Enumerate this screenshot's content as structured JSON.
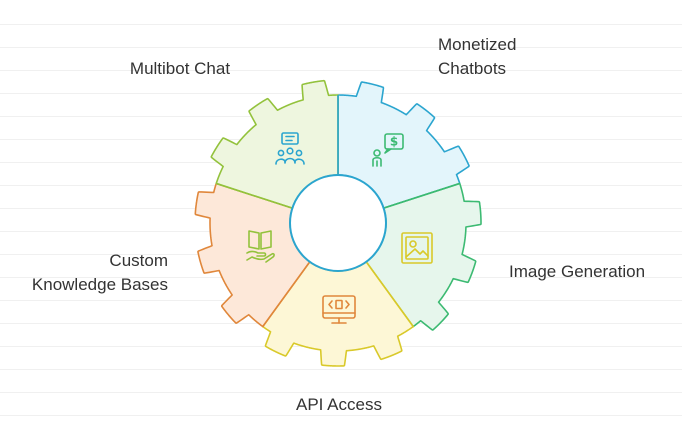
{
  "segments": [
    {
      "label": "Multibot Chat",
      "icon": "group-chat-icon",
      "fill": "#e3f5fb",
      "stroke": "#2ba5cf"
    },
    {
      "label": "Monetized\nChatbots",
      "icon": "monetized-chatbot-icon",
      "fill": "#e6f6ec",
      "stroke": "#3cba72"
    },
    {
      "label": "Image Generation",
      "icon": "image-icon",
      "fill": "#fdf7d6",
      "stroke": "#d9c92a"
    },
    {
      "label": "API Access",
      "icon": "code-monitor-icon",
      "fill": "#fde8d9",
      "stroke": "#e0873b"
    },
    {
      "label": "Custom\nKnowledge Bases",
      "icon": "book-hand-icon",
      "fill": "#eef6df",
      "stroke": "#93c23c"
    }
  ]
}
